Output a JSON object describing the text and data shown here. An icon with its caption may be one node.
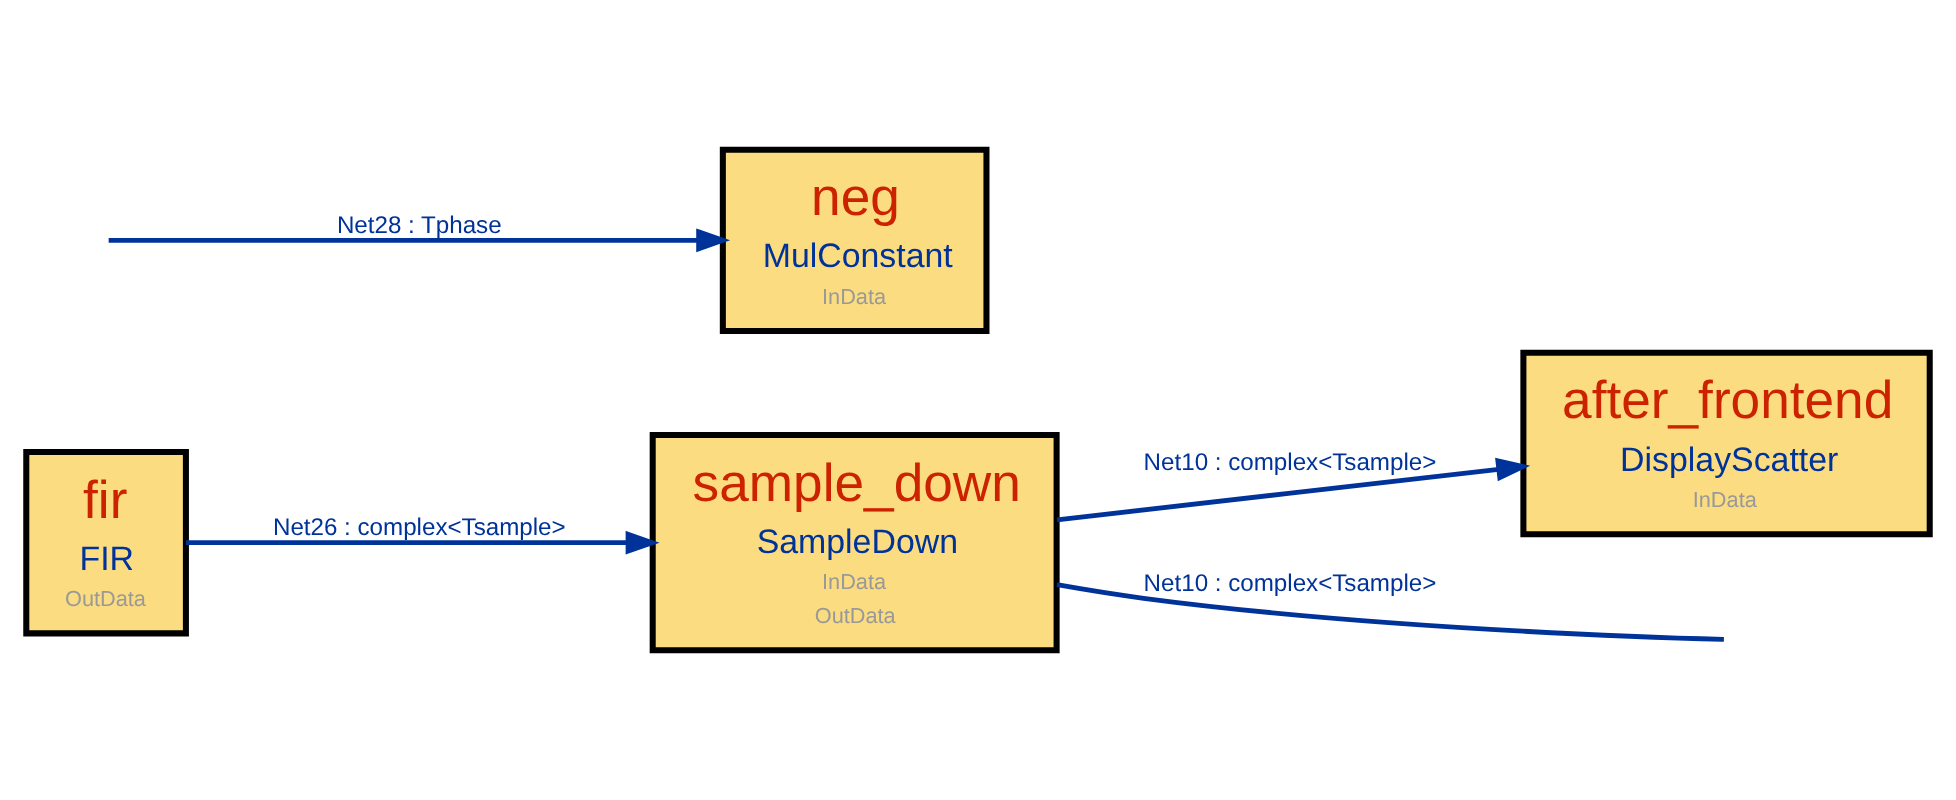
{
  "diagram": {
    "nodes": [
      {
        "text": [
          "fir",
          "FIR",
          "OutData"
        ]
      },
      {
        "text": [
          "sample_down",
          "SampleDown",
          "InData",
          "OutData"
        ]
      },
      {
        "text": [
          "after_frontend",
          "DisplayScatter",
          "InData"
        ]
      },
      {
        "text": [
          "neg",
          "MulConstant",
          "InData"
        ]
      }
    ],
    "edges": [
      {
        "from": 0,
        "to": 1,
        "arrow": "to",
        "label": "Net26 : complex<Tsample>"
      },
      {
        "from": 1,
        "to": null,
        "arrow": "none",
        "label": "Net10 : complex<Tsample>"
      },
      {
        "from": 1,
        "to": 2,
        "arrow": "to",
        "label": "Net10 : complex<Tsample>"
      },
      {
        "from": null,
        "to": 3,
        "arrow": "to",
        "label": "Net28 : Tphase"
      }
    ]
  }
}
